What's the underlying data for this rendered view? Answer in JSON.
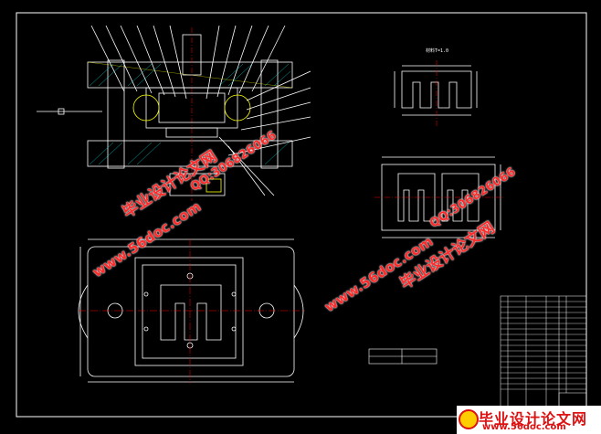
{
  "watermarks": {
    "site_name_cn": "毕业设计论文网",
    "site_url": "www.56doc.com",
    "qq": "QQ:306826066"
  },
  "brand_footer": {
    "name": "毕业设计论文网",
    "url": "www.56doc.com"
  },
  "colors": {
    "background": "#000000",
    "line_white": "#ffffff",
    "line_yellow": "#ffff00",
    "line_cyan": "#00ffff",
    "watermark_red": "#ff2a2a"
  },
  "drawing": {
    "views": [
      "assembly-section-view",
      "die-plan-view",
      "part-drawing",
      "strip-layout",
      "bill-of-materials"
    ],
    "part_note": "材料T=1.0"
  }
}
